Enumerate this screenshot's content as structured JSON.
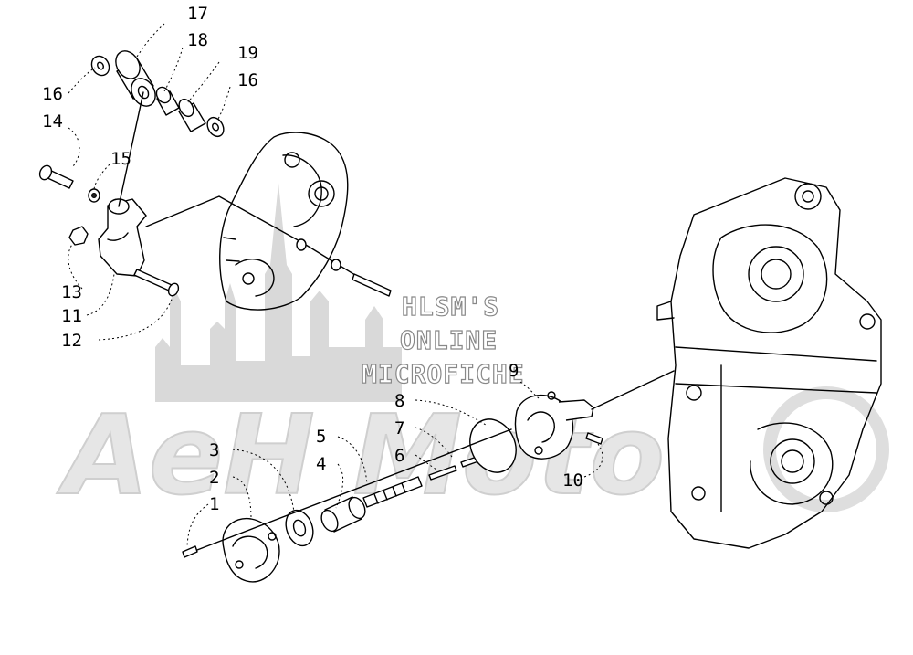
{
  "watermark": {
    "line1": "HLSM'S",
    "line2": "ONLINE",
    "line3": "MICROFICHE",
    "brand": "AeH Moto"
  },
  "callouts": [
    {
      "id": "c17",
      "label": "17"
    },
    {
      "id": "c18",
      "label": "18"
    },
    {
      "id": "c19",
      "label": "19"
    },
    {
      "id": "c16a",
      "label": "16"
    },
    {
      "id": "c16b",
      "label": "16"
    },
    {
      "id": "c14",
      "label": "14"
    },
    {
      "id": "c15",
      "label": "15"
    },
    {
      "id": "c13",
      "label": "13"
    },
    {
      "id": "c11",
      "label": "11"
    },
    {
      "id": "c12",
      "label": "12"
    },
    {
      "id": "c9",
      "label": "9"
    },
    {
      "id": "c8",
      "label": "8"
    },
    {
      "id": "c7",
      "label": "7"
    },
    {
      "id": "c6",
      "label": "6"
    },
    {
      "id": "c5",
      "label": "5"
    },
    {
      "id": "c4",
      "label": "4"
    },
    {
      "id": "c3",
      "label": "3"
    },
    {
      "id": "c2",
      "label": "2"
    },
    {
      "id": "c1",
      "label": "1"
    },
    {
      "id": "c10",
      "label": "10"
    }
  ]
}
